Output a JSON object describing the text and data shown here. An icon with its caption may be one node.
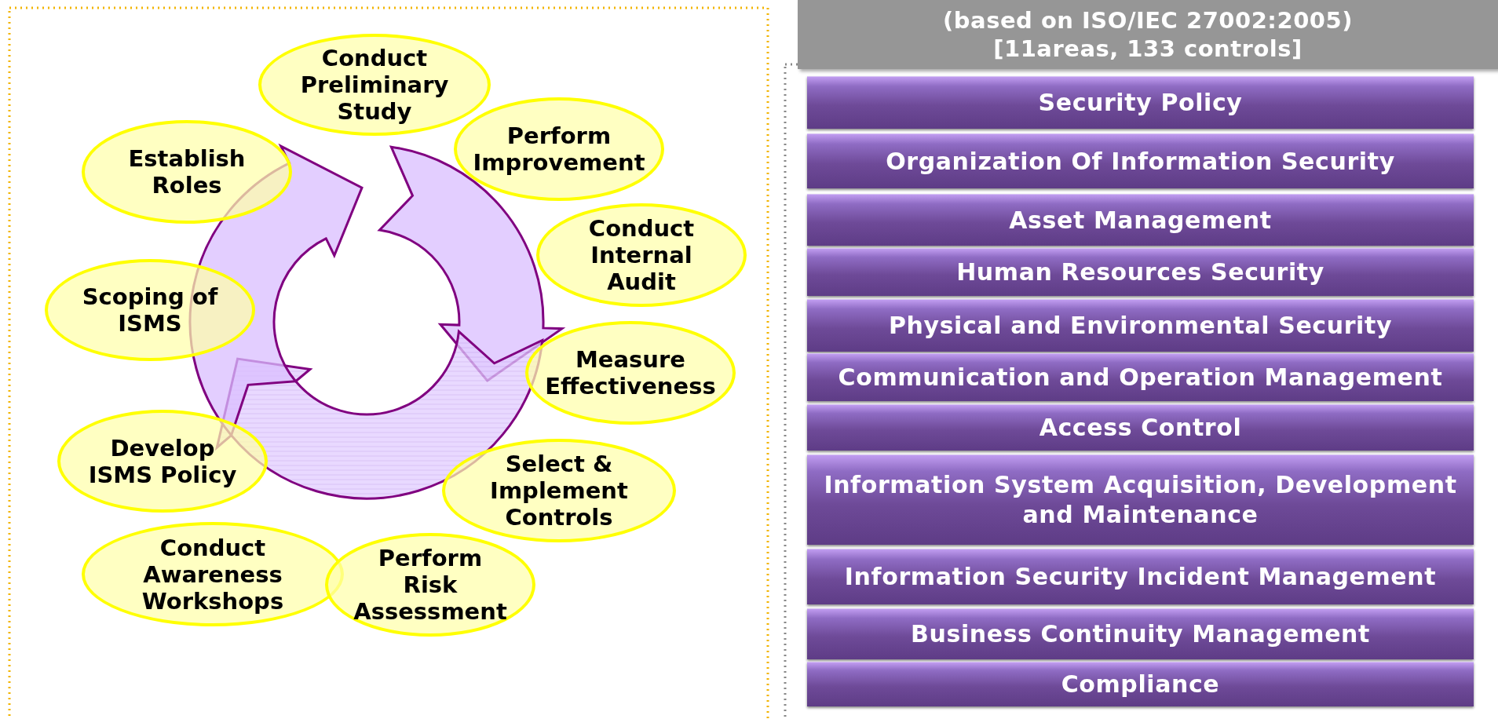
{
  "diagram": {
    "nodes": [
      {
        "text": [
          "Conduct Preliminary Study"
        ]
      },
      {
        "text": [
          "Perform Improvement"
        ]
      },
      {
        "text": [
          "Establish Roles"
        ]
      },
      {
        "text": [
          "Conduct Internal Audit"
        ]
      },
      {
        "text": [
          "Scoping of ISMS"
        ]
      },
      {
        "text": [
          "Measure Effectiveness"
        ]
      },
      {
        "text": [
          "Develop ISMS Policy"
        ]
      },
      {
        "text": [
          "Select & Implement Controls"
        ]
      },
      {
        "text": [
          "Conduct Awareness Workshops"
        ]
      },
      {
        "text": [
          "Perform Risk Assessment"
        ]
      },
      {
        "text": [
          "(based on ISO/IEC 27002:2005) [11areas, 133 controls]"
        ]
      },
      {
        "text": [
          "Security Policy"
        ]
      },
      {
        "text": [
          "Organization Of Information Security"
        ]
      },
      {
        "text": [
          "Asset Management"
        ]
      },
      {
        "text": [
          "Human Resources Security"
        ]
      },
      {
        "text": [
          "Physical and Environmental Security"
        ]
      },
      {
        "text": [
          "Communication and Operation Management"
        ]
      },
      {
        "text": [
          "Access Control"
        ]
      },
      {
        "text": [
          "Information System Acquisition, Development and Maintenance"
        ]
      },
      {
        "text": [
          "Information Security Incident Management"
        ]
      },
      {
        "text": [
          "Business Continuity Management"
        ]
      },
      {
        "text": [
          "Compliance"
        ]
      }
    ]
  }
}
